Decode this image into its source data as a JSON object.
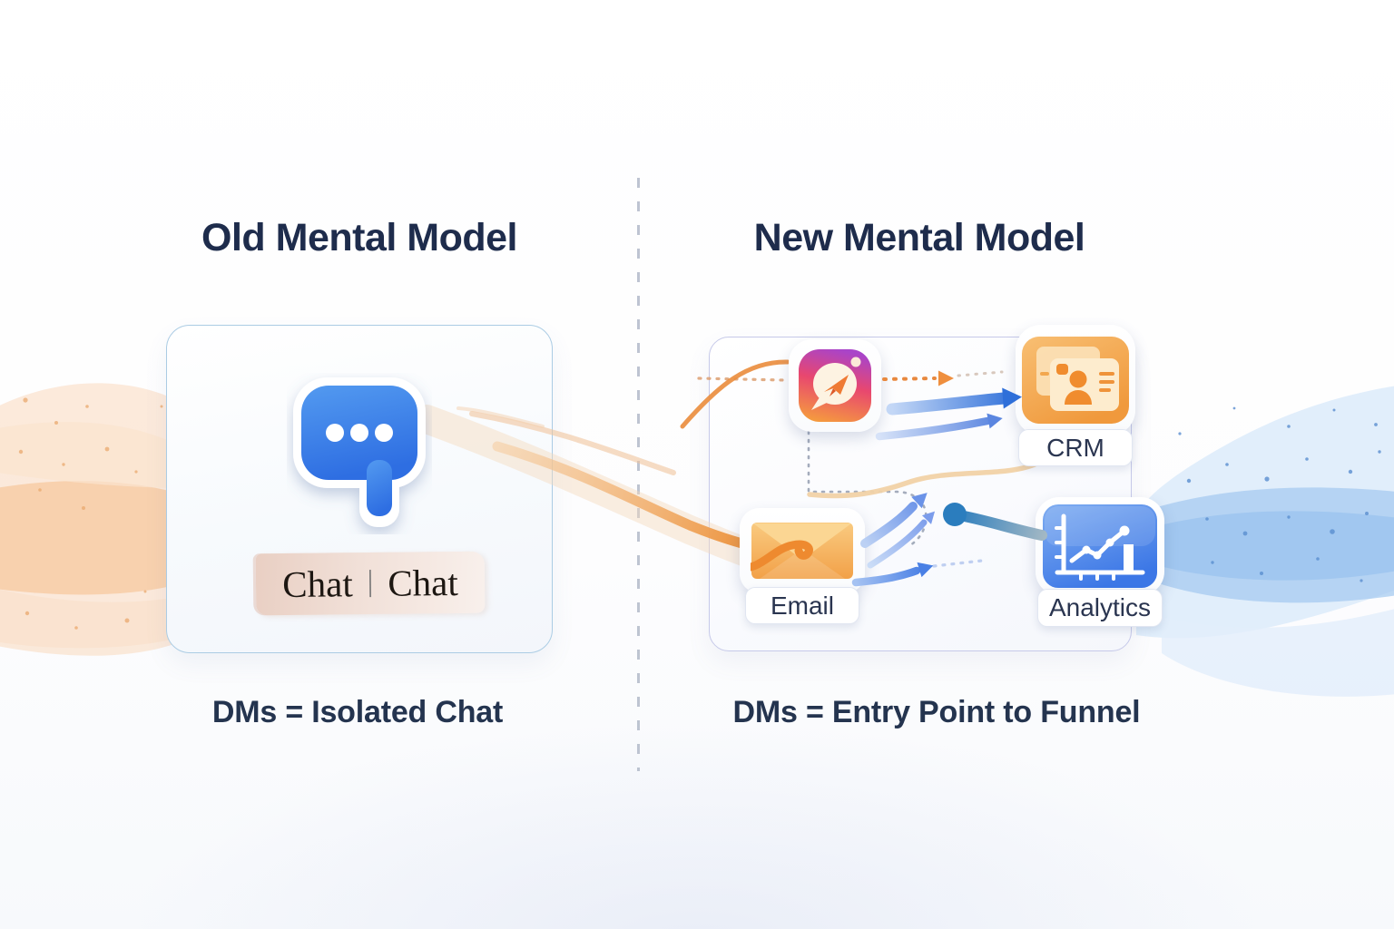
{
  "left": {
    "title": "Old Mental Model",
    "chat_badge": {
      "left": "Chat",
      "separator": "|",
      "right": "Chat"
    },
    "caption": "DMs = Isolated Chat"
  },
  "right": {
    "title": "New Mental Model",
    "nodes": {
      "crm": {
        "label": "CRM"
      },
      "email": {
        "label": "Email"
      },
      "analytics": {
        "label": "Analytics"
      }
    },
    "caption": "DMs = Entry Point to Funnel"
  },
  "icons": {
    "left_card": "chat-bubble-icon",
    "right_source": "instagram-dm-icon",
    "crm": "contact-card-icon",
    "email": "envelope-icon",
    "analytics": "bar-line-chart-icon"
  },
  "colors": {
    "title_text": "#1e2c4c",
    "caption_text": "#24344f",
    "chat_blue": "#3b7ce8",
    "instagram_magenta": "#e8476f",
    "crm_orange": "#f3a24a",
    "analytics_blue": "#4b82e6",
    "ribbon_orange": "#ee9a44",
    "wave_blue": "#aecff2",
    "divider_gray": "#aeb6c6"
  }
}
